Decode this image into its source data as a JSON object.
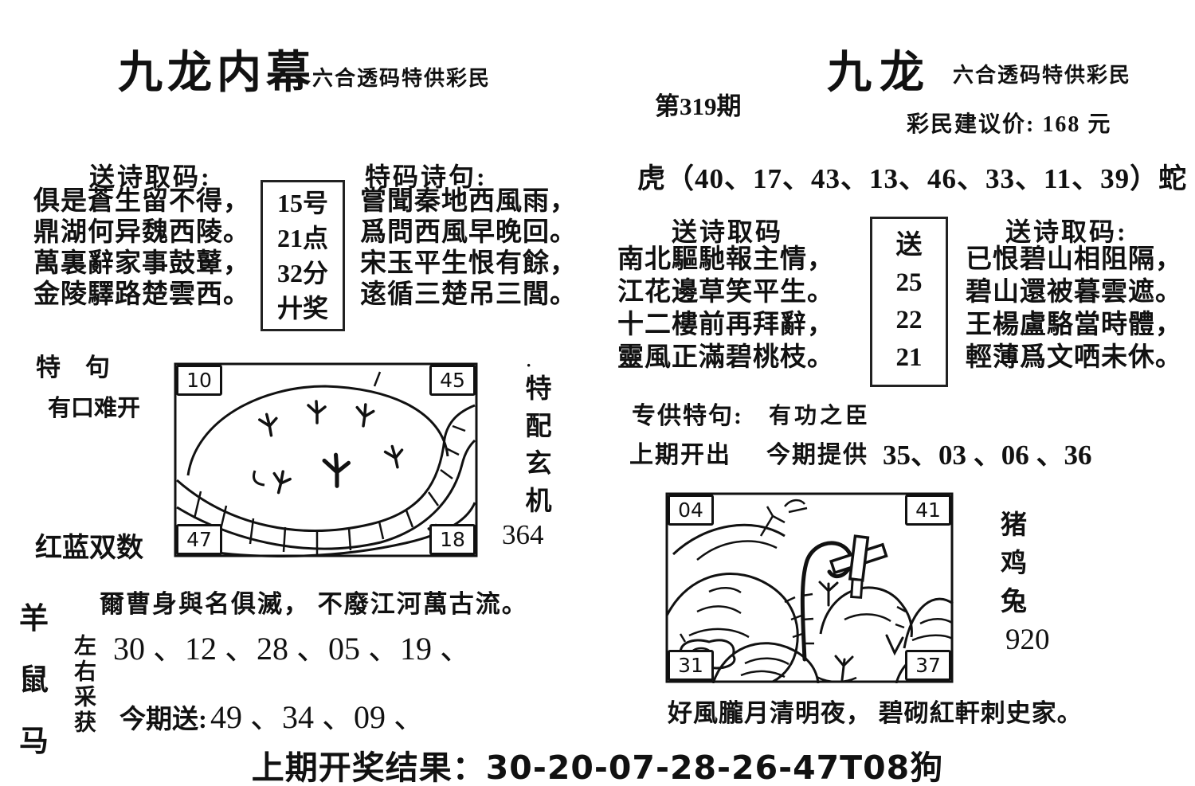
{
  "header": {
    "left_title": "九龙内幕",
    "left_subtitle": "六合透码特供彩民",
    "issue": "第319期",
    "right_title": "九龙",
    "right_subtitle": "六合透码特供彩民",
    "price": "彩民建议价: 168 元"
  },
  "left_panel": {
    "poem1": {
      "heading": "送诗取码:",
      "lines": [
        "俱是蒼生留不得，",
        "鼎湖何异魏西陵。",
        "萬裏辭家事鼓鼙，",
        "金陵驛路楚雲西。"
      ]
    },
    "code_box": [
      "15号",
      "21点",
      "32分",
      "廾奖"
    ],
    "poem2": {
      "heading": "特码诗句:",
      "lines": [
        "嘗聞秦地西風雨，",
        "爲問西風早晚回。",
        "宋玉平生恨有餘，",
        "逺循三楚吊三閭。"
      ]
    },
    "te_ju_label": "特　句",
    "te_ju_value": "有口难开",
    "red_blue_label": "红蓝双数",
    "drawing_corners": {
      "tl": "10",
      "tr": "45",
      "bl": "47",
      "br": "18"
    },
    "side_dot": "·",
    "side_vertical": "特配玄机",
    "side_number": "364"
  },
  "right_panel": {
    "zodiac_line": "虎（40、17、43、13、46、33、11、39）蛇",
    "poem3": {
      "heading": "送诗取码",
      "lines": [
        "南北驅馳報主情，",
        "江花邊草笑平生。",
        "十二樓前再拜辭，",
        "靈風正滿碧桃枝。"
      ]
    },
    "song_box": {
      "label": "送",
      "numbers": [
        "25",
        "22",
        "21"
      ]
    },
    "poem4": {
      "heading": "送诗取码:",
      "lines": [
        "已恨碧山相阻隔，",
        "碧山還被暮雲遮。",
        "王楊盧駱當時體，",
        "輕薄爲文哂未休。"
      ]
    },
    "special_label": "专供特句:",
    "special_value": "有功之臣",
    "last_label": "上期开出",
    "current_label": "今期提供",
    "current_numbers": "35、03 、06 、36",
    "drawing_corners": {
      "tl": "04",
      "tr": "41",
      "bl": "31",
      "br": "37"
    },
    "side_vertical": [
      "猪",
      "鸡",
      "兔"
    ],
    "side_number": "920",
    "drawing_caption": "好風朧月清明夜， 碧砌紅軒刺史家。"
  },
  "bottom_left": {
    "zodiac_vertical": [
      "羊",
      "鼠",
      "马"
    ],
    "secondary_vertical": "左右采获",
    "proverb": "爾曹身與名俱滅， 不廢江河萬古流。",
    "numbers_line": "30 、12 、28 、05 、19 、",
    "send_label": "今期送:",
    "send_numbers": "49 、34 、09 、"
  },
  "footer": {
    "result_line": "上期开奖结果：30-20-07-28-26-47T08狗"
  }
}
